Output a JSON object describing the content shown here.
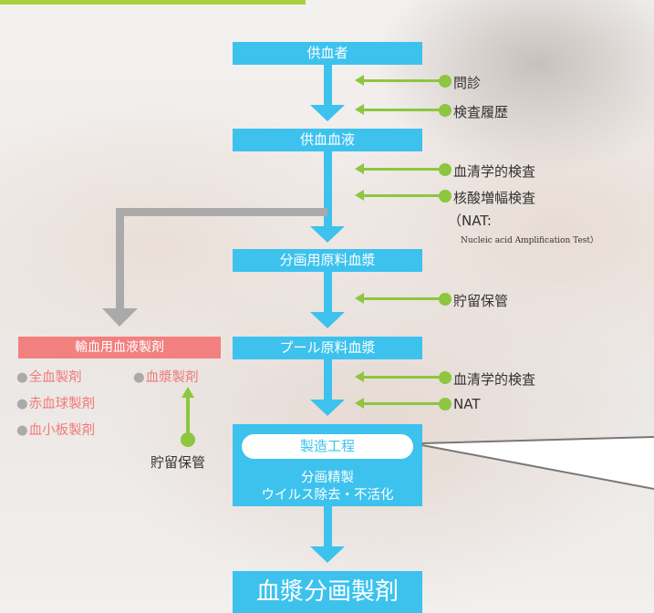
{
  "steps": {
    "donor": "供血者",
    "donor_blood": "供血血液",
    "fraction_plasma": "分画用原料血漿",
    "pool_plasma": "プール原料血漿",
    "process_label": "製造工程",
    "process_line1": "分画精製",
    "process_line2": "ウイルス除去・不活化",
    "final": "血漿分画製剤"
  },
  "checks": {
    "interview": "問診",
    "test_history": "検査履歴",
    "serology_1": "血清学的検査",
    "nat_full": "核酸増幅検査",
    "nat_paren": "（NAT:",
    "nat_english": "Nucleic acid Amplification Test）",
    "storage_1": "貯留保管",
    "serology_2": "血清学的検査",
    "nat_2": "NAT"
  },
  "transfusion": {
    "header": "輸血用血液製剤",
    "whole_blood": "全血製剤",
    "plasma": "血漿製剤",
    "red_cells": "赤血球製剤",
    "platelets": "血小板製剤",
    "storage": "貯留保管",
    "bullet": "●"
  },
  "colors": {
    "flow_blue": "#3dc2ee",
    "check_green": "#8dc63f",
    "transfusion_pink": "#f2807f",
    "branch_gray": "#aaaaaa"
  }
}
